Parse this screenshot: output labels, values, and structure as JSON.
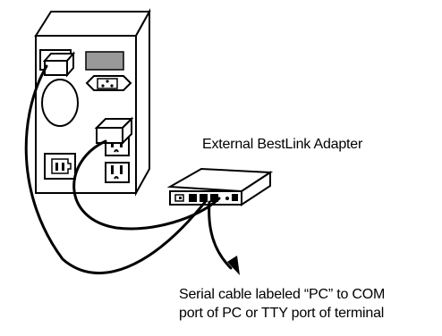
{
  "labels": {
    "adapter": "External BestLink Adapter",
    "cable_line1": "Serial cable labeled “PC” to COM",
    "cable_line2": "port of PC or TTY port of terminal"
  },
  "colors": {
    "stroke": "#000000",
    "panel_fill": "#999999",
    "background": "#ffffff"
  }
}
